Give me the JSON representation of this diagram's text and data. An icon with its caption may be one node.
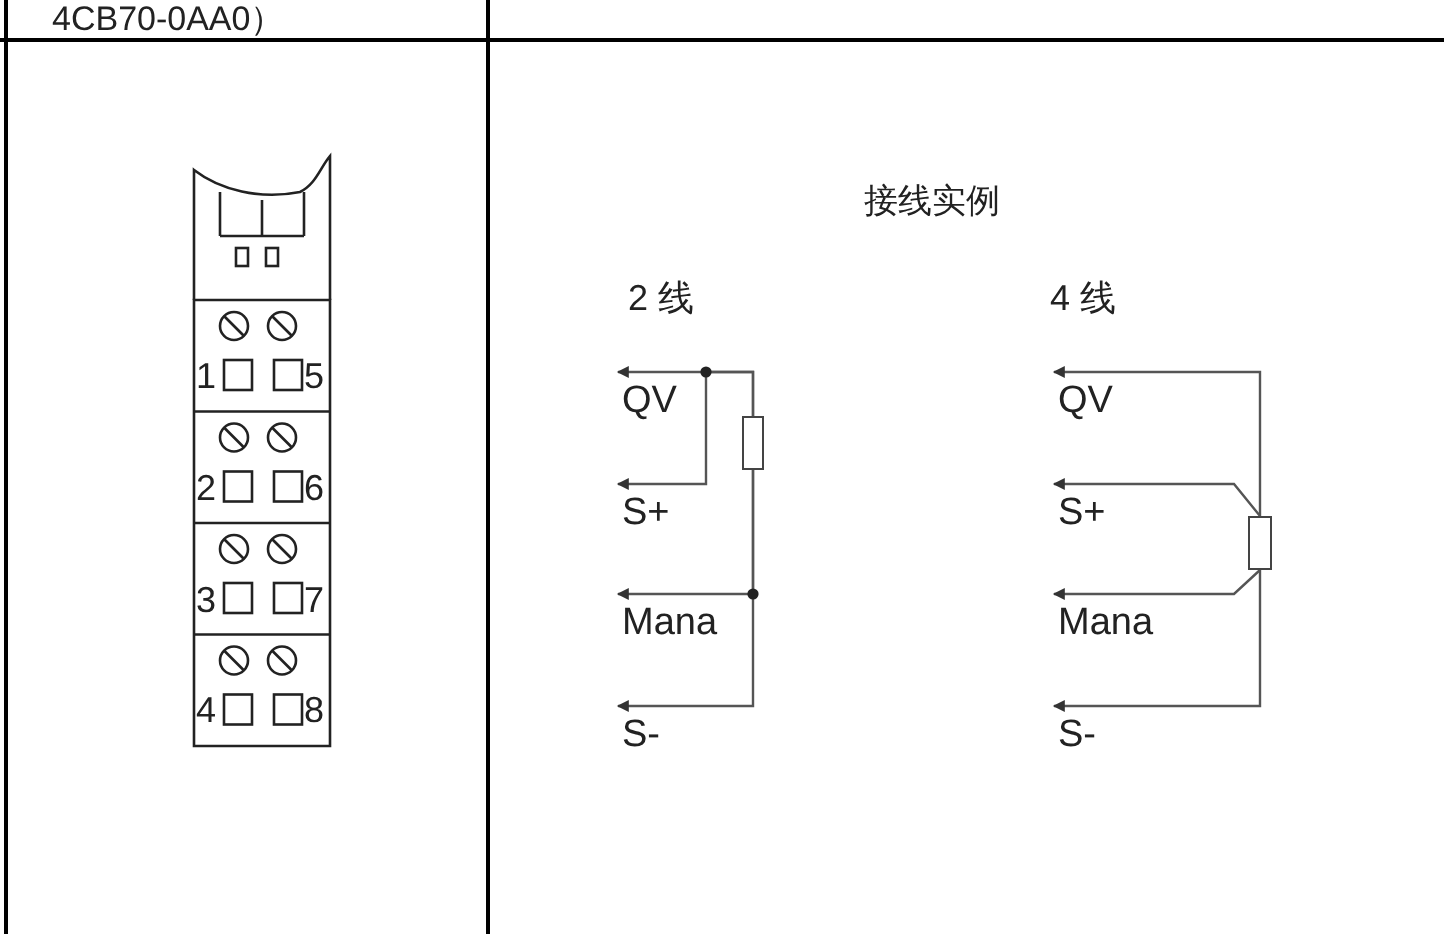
{
  "diagram": {
    "title": "接线实例",
    "nodes": [
      {
        "text": [],
        "shape": "box"
      },
      {
        "text": [
          "QV"
        ]
      },
      {
        "text": [
          "S+"
        ]
      },
      {
        "text": [
          "Mana"
        ]
      },
      {
        "text": [
          "S-"
        ]
      },
      {
        "text": [],
        "shape": "box"
      },
      {
        "text": [
          "QV"
        ]
      },
      {
        "text": [
          "S+"
        ]
      },
      {
        "text": [
          "Mana"
        ]
      },
      {
        "text": [
          "S-"
        ]
      }
    ],
    "edges": [
      {
        "from": 0,
        "to": 1,
        "arrow": "to"
      },
      {
        "from": 0,
        "to": 2,
        "arrow": "to"
      },
      {
        "from": 0,
        "to": 3,
        "arrow": "to"
      },
      {
        "from": 0,
        "to": 4,
        "arrow": "to"
      },
      {
        "from": 5,
        "to": 6,
        "arrow": "to"
      },
      {
        "from": 5,
        "to": 7,
        "arrow": "to"
      },
      {
        "from": 5,
        "to": 8,
        "arrow": "to"
      },
      {
        "from": 5,
        "to": 9,
        "arrow": "to"
      }
    ],
    "labels": [
      "4CB70-0AA0）",
      "1",
      "5",
      "2",
      "6",
      "3",
      "7",
      "4",
      "8",
      "2 线",
      "4 线"
    ]
  }
}
